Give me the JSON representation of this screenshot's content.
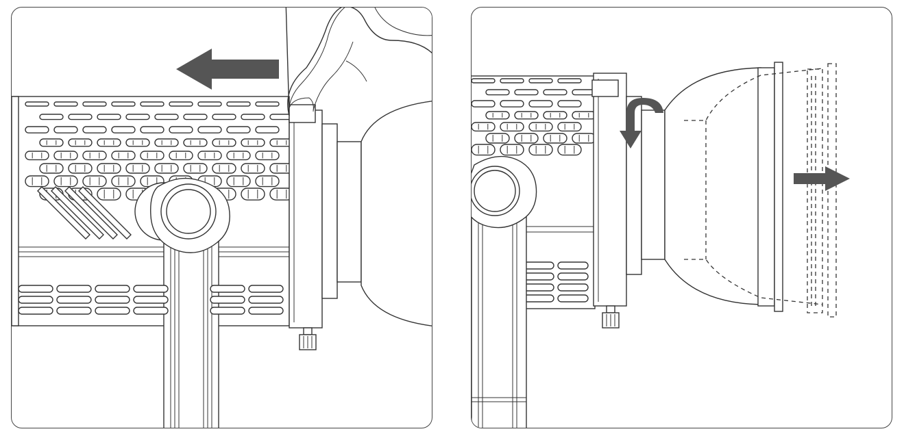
{
  "figure": {
    "panels": [
      {
        "id": "step-1",
        "action": "slide-lock-left",
        "arrow_direction": "left"
      },
      {
        "id": "step-2",
        "action": "rotate-and-pull-reflector",
        "arrow_direction": "right"
      }
    ],
    "colors": {
      "line": "#333333",
      "arrow": "#555555",
      "background": "#ffffff",
      "frame": "#444444"
    },
    "icons": [
      "left-arrow-icon",
      "right-arrow-icon",
      "rotate-arrow-icon",
      "finger-icon",
      "knob-icon"
    ]
  }
}
